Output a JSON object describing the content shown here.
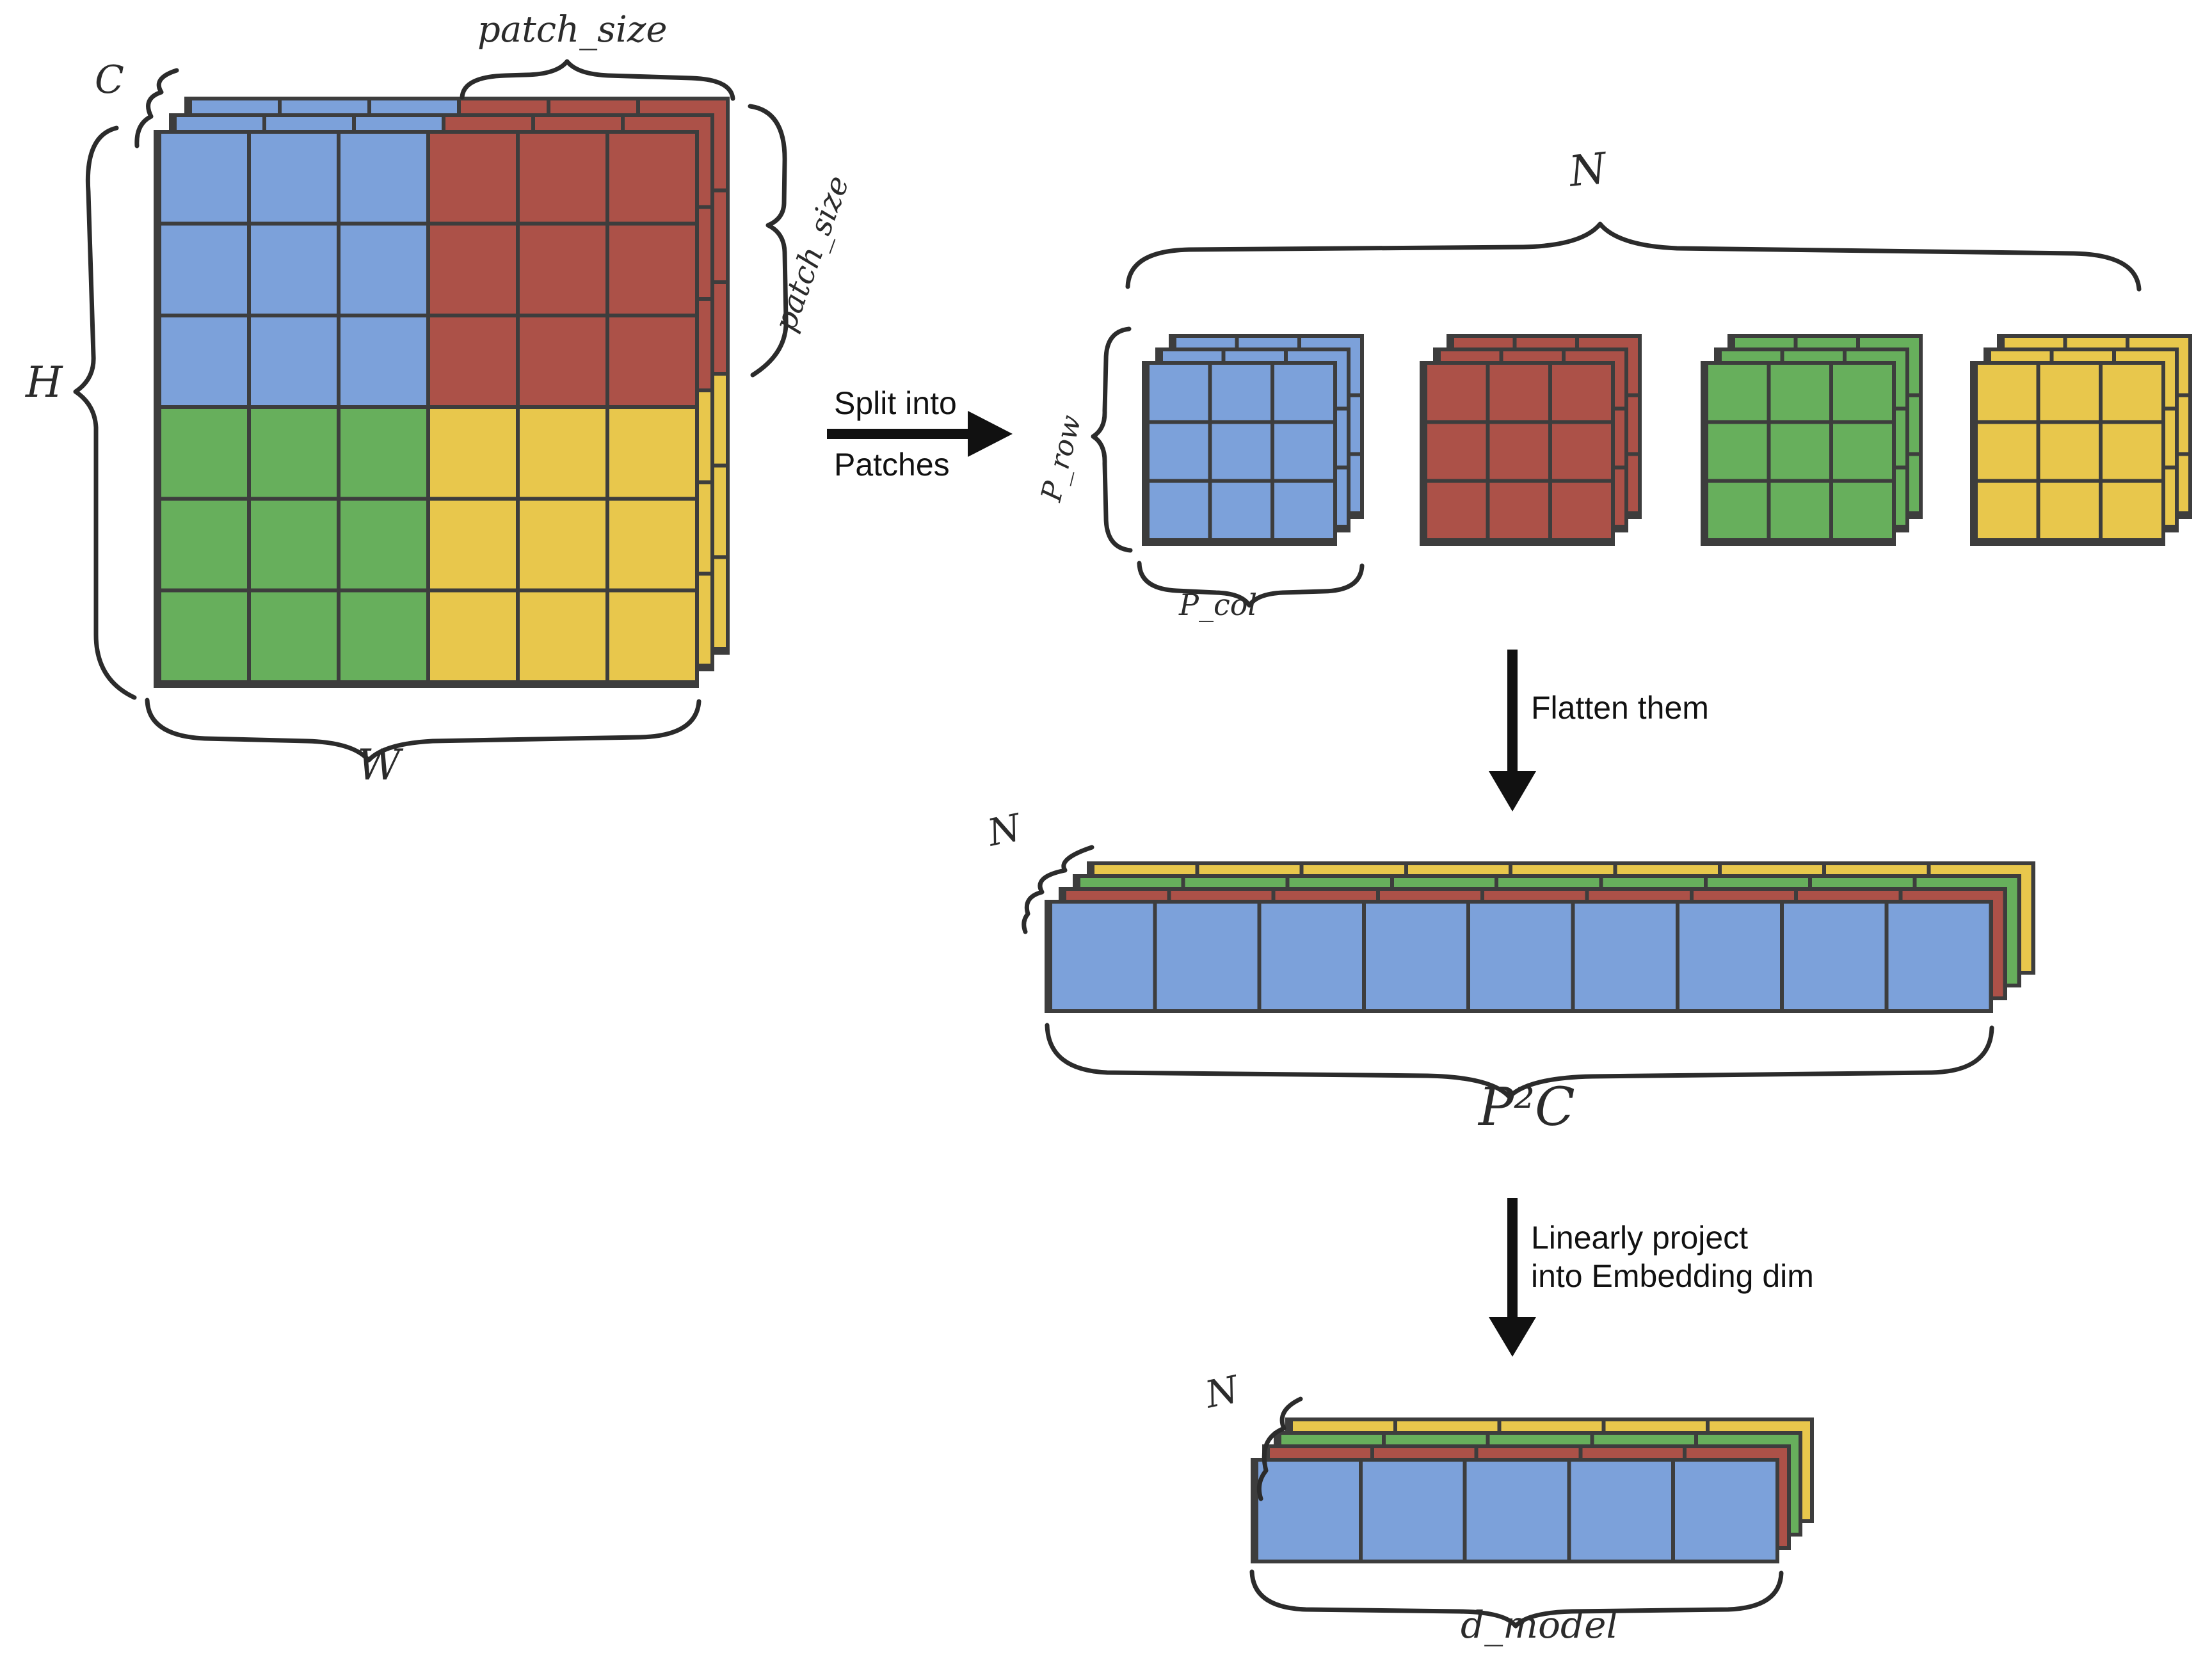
{
  "colors": {
    "blue": "#7CA1DA",
    "red": "#AC5148",
    "green": "#67AF5C",
    "yellow": "#E8C74C",
    "line": "#3D3D3D",
    "ink": "#2B2B2B",
    "text": "#111111"
  },
  "input_image": {
    "channels_label": "C",
    "height_label": "H",
    "width_label": "W",
    "patch_size_top_label": "patch_size",
    "patch_size_side_label": "patch_size"
  },
  "steps": {
    "split": {
      "line1": "Split into",
      "line2": "Patches"
    },
    "flatten": {
      "label": "Flatten them"
    },
    "project": {
      "line1": "Linearly project",
      "line2": "into Embedding dim"
    }
  },
  "patches": {
    "count_label": "N",
    "p_row_label": "P_row",
    "p_col_label": "P_col"
  },
  "flattened": {
    "count_label": "N",
    "dim_label": "P²C"
  },
  "embedded": {
    "count_label": "N",
    "dim_label": "d_model"
  }
}
